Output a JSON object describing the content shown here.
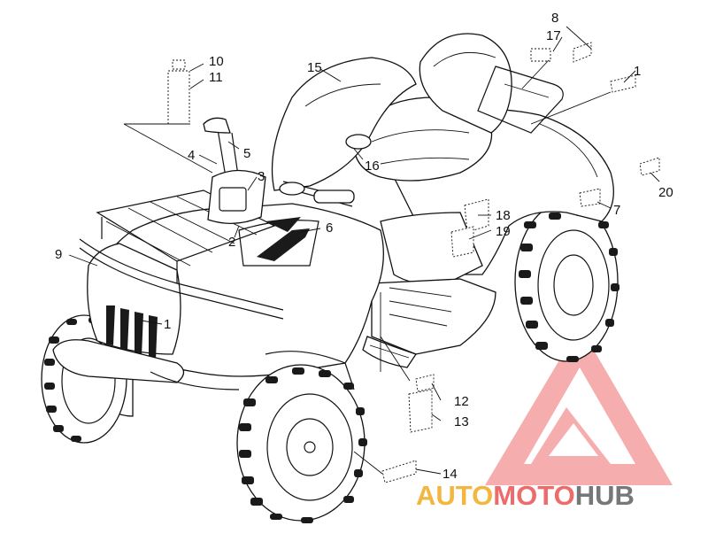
{
  "callouts": {
    "c10": "10",
    "c11": "11",
    "c8": "8",
    "c17": "17",
    "c1a": "1",
    "c15": "15",
    "c16": "16",
    "c5": "5",
    "c4": "4",
    "c3": "3",
    "c2": "2",
    "c6": "6",
    "c9": "9",
    "c1b": "1",
    "c18": "18",
    "c19": "19",
    "c7": "7",
    "c20": "20",
    "c12": "12",
    "c13": "13",
    "c14": "14"
  },
  "watermark": {
    "part1": "AUTO",
    "part2": "MOTO",
    "part3": "HUB"
  },
  "colors": {
    "watermark_yellow": "#f3b640",
    "watermark_red": "#ef6b6b",
    "watermark_gray": "#777777",
    "line": "#111111"
  }
}
